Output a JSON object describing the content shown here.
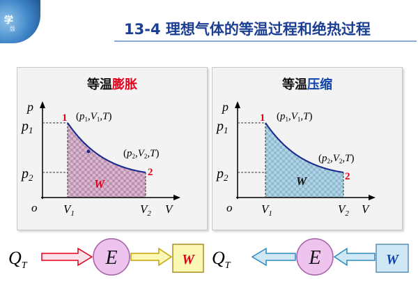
{
  "logo": {
    "line1": "学",
    "line2": "版"
  },
  "header": {
    "title": "13-4  理想气体的等温过程和绝热过程"
  },
  "left_panel": {
    "title_plain": "等温",
    "title_accent": "膨胀",
    "work_label": "W",
    "colors": {
      "fill": "#c7a0bc",
      "accent": "#e1001a"
    }
  },
  "right_panel": {
    "title_plain": "等温",
    "title_accent": "压缩",
    "work_label": "W",
    "colors": {
      "fill": "#9ec4d8",
      "accent": "#0b43a8"
    }
  },
  "axes": {
    "p": "p",
    "v": "V",
    "origin": "o",
    "p1": "p1",
    "p2": "p2",
    "v1": "V1",
    "v2": "V2"
  },
  "points": {
    "one": "1",
    "two": "2",
    "state1": "(p1,V1,T)",
    "state2": "(p2,V2,T)"
  },
  "flow_left": {
    "q": "QT",
    "e": "E",
    "w": "W"
  },
  "flow_right": {
    "q": "QT",
    "e": "E",
    "w": "W"
  },
  "colors": {
    "title_blue": "#1c3f93",
    "curve_navy": "#1a2a8c",
    "red_accent": "#e1001a",
    "E_circle": "#eec4ef",
    "W_box_left": "#fbf7b4",
    "W_box_right": "#d0e8f5"
  }
}
